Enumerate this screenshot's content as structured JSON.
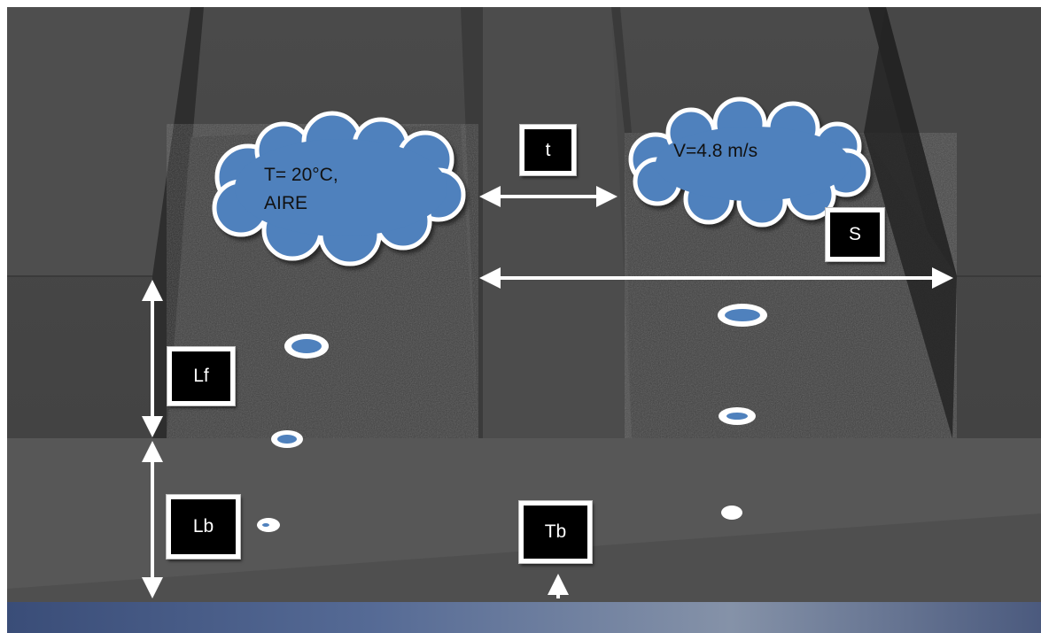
{
  "clouds": {
    "left": {
      "text": "T= 20°C,\nAIRE"
    },
    "right": {
      "text": "V=4.8 m/s"
    }
  },
  "labels": {
    "t": "t",
    "s": "S",
    "lf": "Lf",
    "lb": "Lb",
    "tb": "Tb"
  },
  "colors": {
    "cloud_fill": "#4f81bd",
    "fin_top": "#3f3f3f",
    "background_wall": "#474747",
    "base_face": "#555555",
    "arrow": "#ffffff",
    "label_box": "#000000"
  }
}
